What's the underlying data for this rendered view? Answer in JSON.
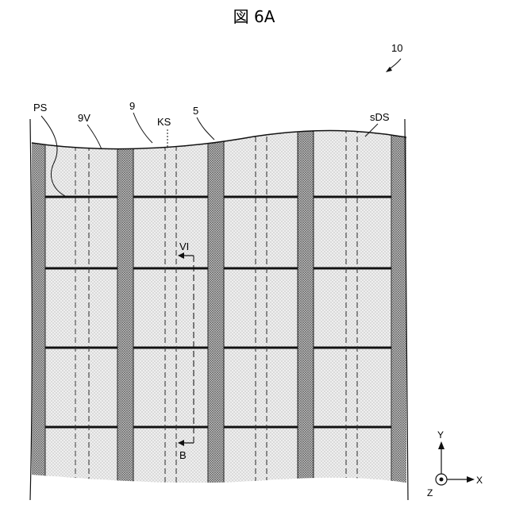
{
  "figure": {
    "title": "図 6A",
    "labels": {
      "ref_10": "10",
      "ps": "PS",
      "v9": "9V",
      "n9": "9",
      "ks": "KS",
      "n5": "5",
      "sds": "sDS",
      "vi": "VI",
      "b": "B"
    },
    "axes": {
      "y": "Y",
      "x": "X",
      "z": "Z"
    }
  }
}
